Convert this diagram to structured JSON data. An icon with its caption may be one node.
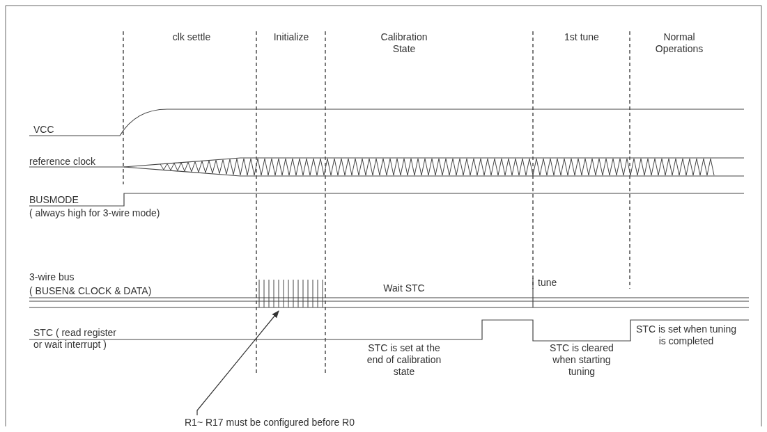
{
  "diagram": {
    "nodes": [
      {
        "text": [
          "R1~ R17 must be configured before R0"
        ]
      },
      {
        "text": [],
        "shape": "picture"
      }
    ],
    "edges": [
      {
        "from": 0,
        "to": 1,
        "arrow": "to"
      }
    ],
    "labels": [
      "clk settle",
      "Initialize",
      "Calibration State",
      "1st tune",
      "Normal Operations",
      "VCC",
      "reference clock",
      "BUSMODE",
      "( always high for 3-wire mode)",
      "3-wire bus",
      "( BUSEN& CLOCK & DATA)",
      "Wait STC",
      "tune",
      "STC ( read register or wait interrupt )",
      "STC is set when tuning is completed",
      "STC is set at the end of calibration state",
      "STC is cleared when starting tuning"
    ]
  }
}
